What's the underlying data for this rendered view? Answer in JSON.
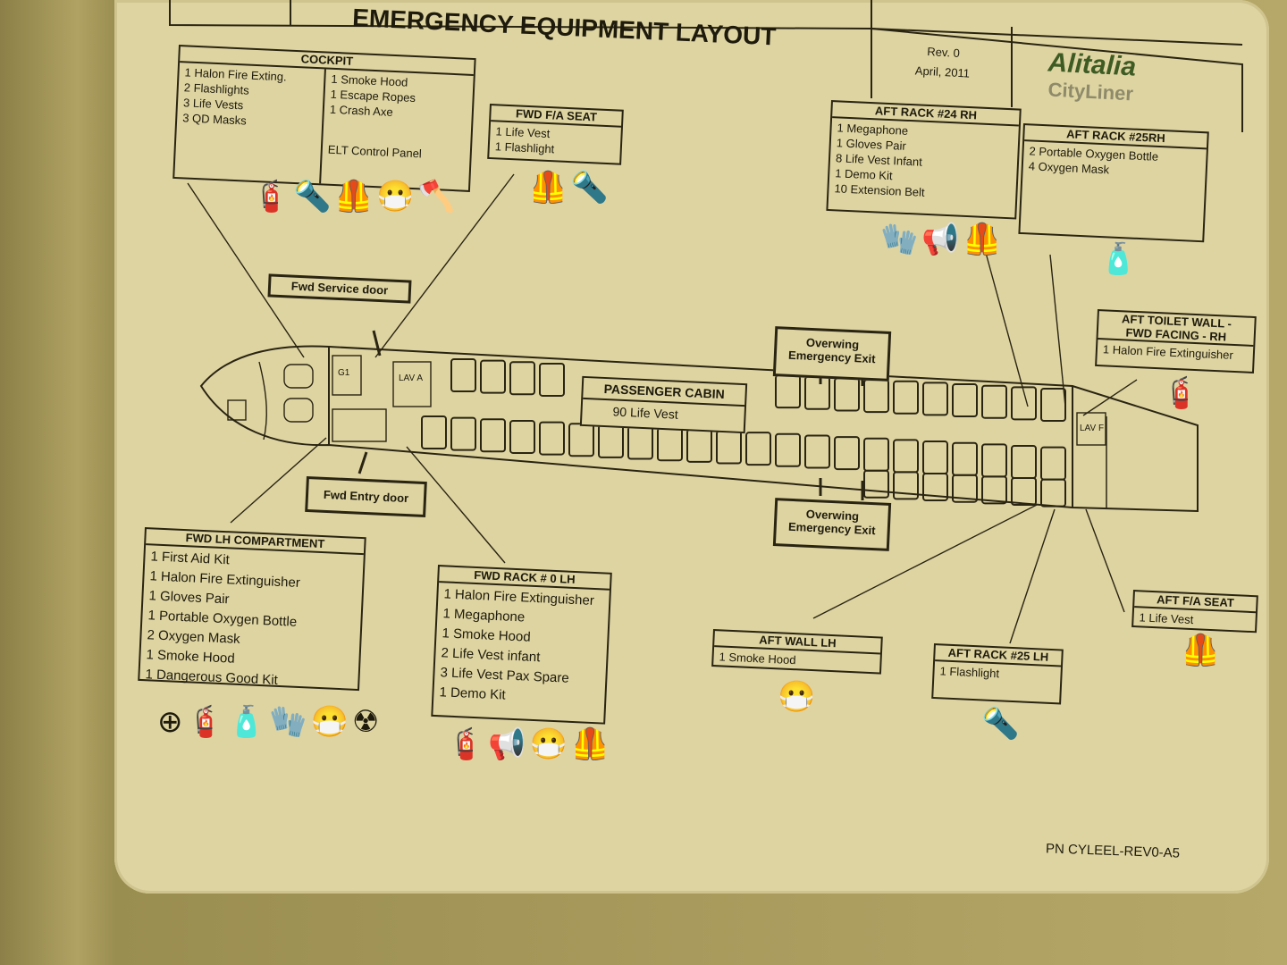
{
  "header": {
    "title": "EMERGENCY EQUIPMENT LAYOUT",
    "rev": "Rev. 0",
    "date": "April, 2011",
    "brand": "Alitalia",
    "brand_sub": "CityLiner"
  },
  "boxes": {
    "cockpit": {
      "title": "COCKPIT",
      "left": [
        "1 Halon Fire Exting.",
        "2 Flashlights",
        "3 Life Vests",
        "3 QD Masks"
      ],
      "right": [
        "1 Smoke Hood",
        "1 Escape Ropes",
        "1 Crash Axe"
      ],
      "elt": "ELT Control Panel"
    },
    "fwd_fa_seat": {
      "title": "FWD F/A SEAT",
      "items": [
        "1 Life Vest",
        "1 Flashlight"
      ]
    },
    "aft_rack_24": {
      "title": "AFT RACK #24 RH",
      "items": [
        "1 Megaphone",
        "1 Gloves Pair",
        "8 Life Vest Infant",
        "1 Demo Kit",
        "10 Extension Belt"
      ]
    },
    "aft_rack_25rh": {
      "title": "AFT RACK #25RH",
      "items": [
        "2 Portable Oxygen Bottle",
        "4 Oxygen Mask"
      ]
    },
    "aft_toilet_wall": {
      "title_1": "AFT TOILET WALL -",
      "title_2": "FWD FACING - RH",
      "items": [
        "1 Halon Fire Extinguisher"
      ]
    },
    "fwd_lh_compartment": {
      "title": "FWD LH COMPARTMENT",
      "items": [
        "1 First Aid Kit",
        "1 Halon Fire Extinguisher",
        "1 Gloves Pair",
        "1 Portable Oxygen Bottle",
        "2 Oxygen Mask",
        "1 Smoke Hood",
        "1 Dangerous Good Kit"
      ]
    },
    "fwd_rack_0": {
      "title": "FWD RACK # 0 LH",
      "items": [
        "1 Halon Fire Extinguisher",
        "1 Megaphone",
        "1 Smoke Hood",
        "2 Life Vest infant",
        "3 Life Vest Pax Spare",
        "1 Demo Kit"
      ]
    },
    "aft_wall_lh": {
      "title": "AFT WALL LH",
      "items": [
        "1 Smoke Hood"
      ]
    },
    "aft_rack_25lh": {
      "title": "AFT RACK #25 LH",
      "items": [
        "1 Flashlight"
      ]
    },
    "aft_fa_seat": {
      "title": "AFT F/A SEAT",
      "items": [
        "1 Life Vest"
      ]
    }
  },
  "labels": {
    "fwd_service_door": "Fwd Service door",
    "fwd_entry_door": "Fwd Entry door",
    "overwing_top_1": "Overwing",
    "overwing_top_2": "Emergency Exit",
    "overwing_bot_1": "Overwing",
    "overwing_bot_2": "Emergency Exit",
    "passenger_cabin": "PASSENGER CABIN",
    "cabin_vests": "90 Life Vest",
    "galley": "G1",
    "lav_a": "LAV A",
    "lav_f": "LAV F"
  },
  "footer": {
    "part_number": "PN CYLEEL-REV0-A5"
  },
  "icons": {
    "cockpit": "extinguisher, flashlight, life-vest, smoke-hood, axe",
    "fwd_fa_seat": "life-vest, flashlight",
    "aft_rack_24": "gloves, megaphone, life-vest",
    "aft_rack_25rh": "oxygen-bottle",
    "aft_toilet_wall": "extinguisher",
    "fwd_lh": "first-aid, extinguisher, oxygen-bottle, gloves, smoke-hood, radiation",
    "fwd_rack_0": "extinguisher, megaphone, smoke-hood, life-vest",
    "aft_wall_lh": "smoke-hood",
    "aft_rack_25lh": "flashlight",
    "aft_fa_seat": "life-vest"
  },
  "colors": {
    "ink": "#2a2412",
    "card": "#ded4a2",
    "brand_green": "#3e5b24"
  }
}
